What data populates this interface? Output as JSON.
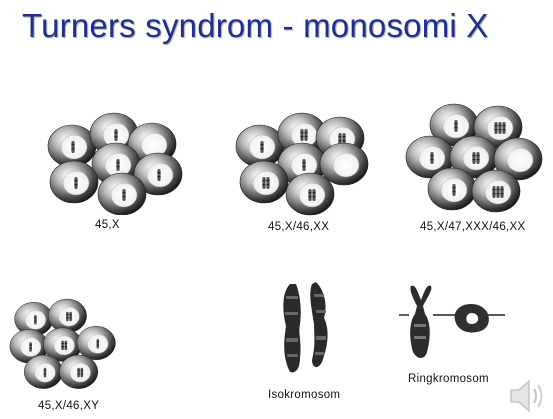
{
  "slide": {
    "title": "Turners syndrom - monosomi X"
  },
  "karyotypes": [
    {
      "label": "45,X"
    },
    {
      "label": "45,X/46,XX"
    },
    {
      "label": "45,X/47,XXX/46,XX"
    },
    {
      "label": "45,X/46,XY"
    }
  ],
  "chromosome_images": [
    {
      "label": "Isokromosom"
    },
    {
      "label": "Ringkromosom"
    }
  ],
  "icons": {
    "speaker": "speaker-icon"
  },
  "colors": {
    "title": "#1f2f8f"
  }
}
